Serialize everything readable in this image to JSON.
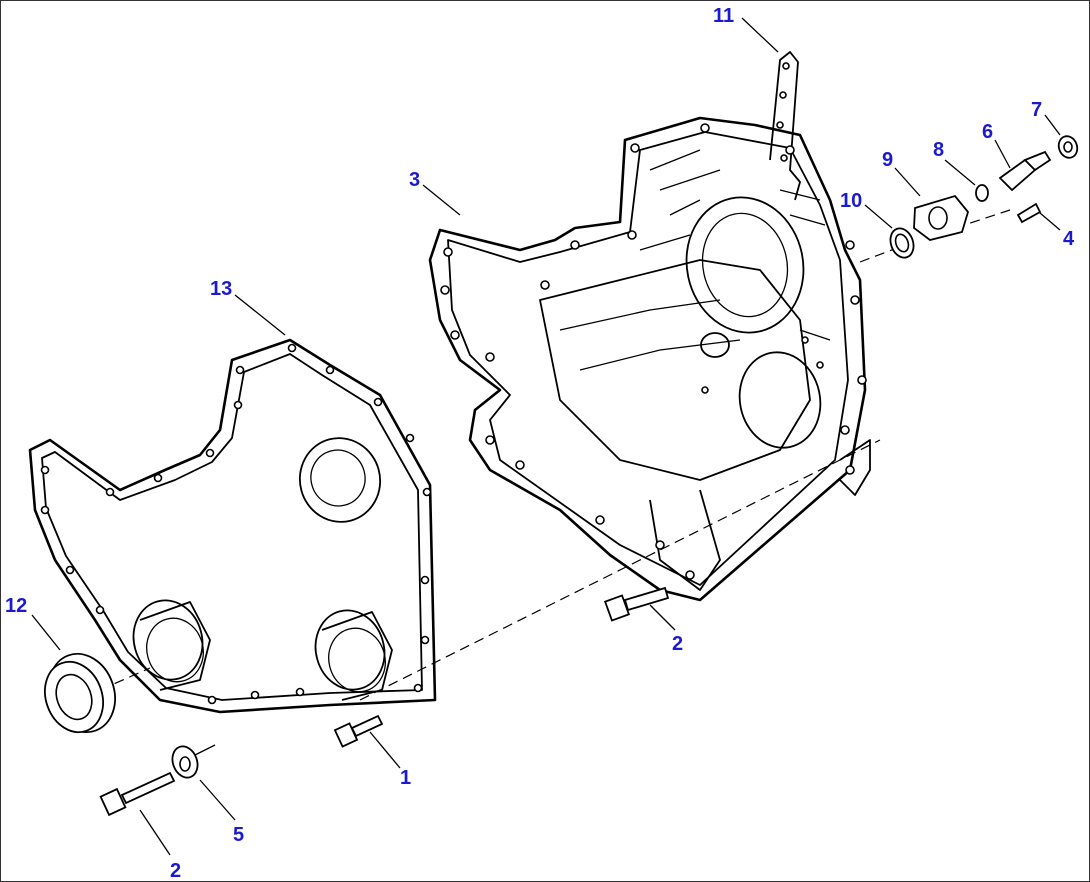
{
  "diagram": {
    "callouts": {
      "c1": "1",
      "c2a": "2",
      "c2b": "2",
      "c3": "3",
      "c4": "4",
      "c5": "5",
      "c6": "6",
      "c7": "7",
      "c8": "8",
      "c9": "9",
      "c10": "10",
      "c11": "11",
      "c12": "12",
      "c13": "13"
    },
    "colors": {
      "callout": "#1a1ad0",
      "line": "#000000",
      "background": "#ffffff"
    }
  }
}
